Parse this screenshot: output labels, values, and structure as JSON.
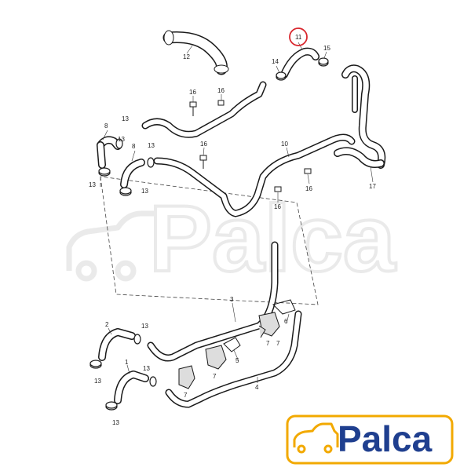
{
  "diagram": {
    "highlight_color": "#d9272e",
    "hose_stroke_color": "#1a1a1a",
    "leader_color": "#333333",
    "highlighted_part": "11",
    "callouts": [
      {
        "id": "c12",
        "label": "12"
      },
      {
        "id": "c11",
        "label": "11"
      },
      {
        "id": "c14",
        "label": "14"
      },
      {
        "id": "c15",
        "label": "15"
      },
      {
        "id": "c16a",
        "label": "16"
      },
      {
        "id": "c16b",
        "label": "16"
      },
      {
        "id": "c16c",
        "label": "16"
      },
      {
        "id": "c16d",
        "label": "16"
      },
      {
        "id": "c16e",
        "label": "16"
      },
      {
        "id": "c8a",
        "label": "8"
      },
      {
        "id": "c8b",
        "label": "8"
      },
      {
        "id": "c13a",
        "label": "13"
      },
      {
        "id": "c13b",
        "label": "13"
      },
      {
        "id": "c13c",
        "label": "13"
      },
      {
        "id": "c13d",
        "label": "13"
      },
      {
        "id": "c13e",
        "label": "13"
      },
      {
        "id": "c13f",
        "label": "13"
      },
      {
        "id": "c13g",
        "label": "13"
      },
      {
        "id": "c13h",
        "label": "13"
      },
      {
        "id": "c13i",
        "label": "13"
      },
      {
        "id": "c10",
        "label": "10"
      },
      {
        "id": "c17",
        "label": "17"
      },
      {
        "id": "c3",
        "label": "3"
      },
      {
        "id": "c2",
        "label": "2"
      },
      {
        "id": "c1",
        "label": "1"
      },
      {
        "id": "c4",
        "label": "4"
      },
      {
        "id": "c5",
        "label": "5"
      },
      {
        "id": "c6",
        "label": "6"
      },
      {
        "id": "c7a",
        "label": "7"
      },
      {
        "id": "c7b",
        "label": "7"
      },
      {
        "id": "c7c",
        "label": "7"
      },
      {
        "id": "c7d",
        "label": "7"
      }
    ]
  },
  "watermark": {
    "text": "Palca",
    "color": "#d9d9d9"
  },
  "logo": {
    "text": "Palca",
    "text_color": "#1f3f8f",
    "icon_color": "#f2a900",
    "frame_color": "#f2a900",
    "icon_name": "car-icon"
  }
}
